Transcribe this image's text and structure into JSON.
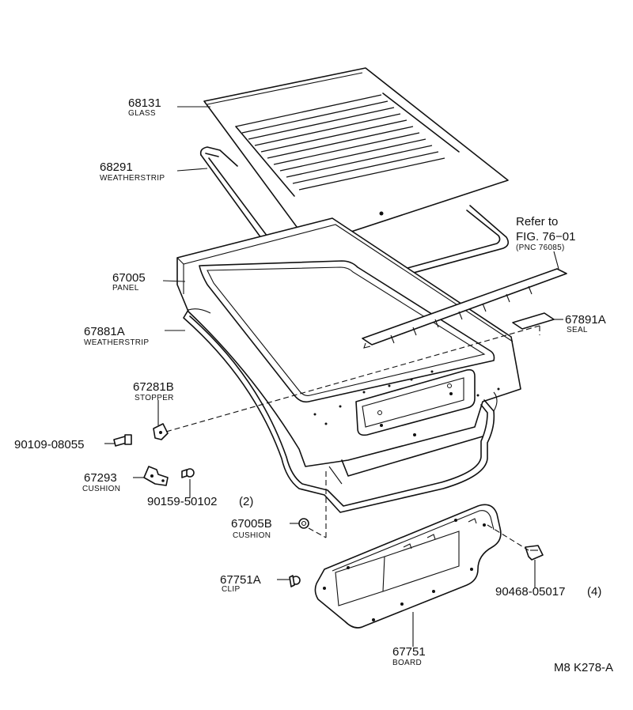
{
  "figure_code": "M8 K278-A",
  "reference": {
    "line1": "Refer to",
    "line2": "FIG. 76−01",
    "line3": "(PNC 76085)"
  },
  "parts": {
    "glass": {
      "number": "68131",
      "name": "GLASS"
    },
    "weatherstrip_upper": {
      "number": "68291",
      "name": "WEATHERSTRIP"
    },
    "panel": {
      "number": "67005",
      "name": "PANEL"
    },
    "weatherstrip_lower": {
      "number": "67881A",
      "name": "WEATHERSTRIP"
    },
    "stopper": {
      "number": "67281B",
      "name": "STOPPER"
    },
    "bolt": {
      "number": "90109-08055"
    },
    "cushion": {
      "number": "67293",
      "name": "CUSHION"
    },
    "screw": {
      "number": "90159-50102",
      "qty": "(2)"
    },
    "cushion_b": {
      "number": "67005B",
      "name": "CUSHION"
    },
    "clip": {
      "number": "67751A",
      "name": "CLIP"
    },
    "board": {
      "number": "67751",
      "name": "BOARD"
    },
    "seal": {
      "number": "67891A",
      "name": "SEAL"
    },
    "nut": {
      "number": "90468-05017",
      "qty": "(4)"
    }
  },
  "icons": [
    "glass-panel-drawing",
    "weatherstrip-drawing",
    "back-door-panel-drawing",
    "board-drawing",
    "fastener-icons"
  ]
}
